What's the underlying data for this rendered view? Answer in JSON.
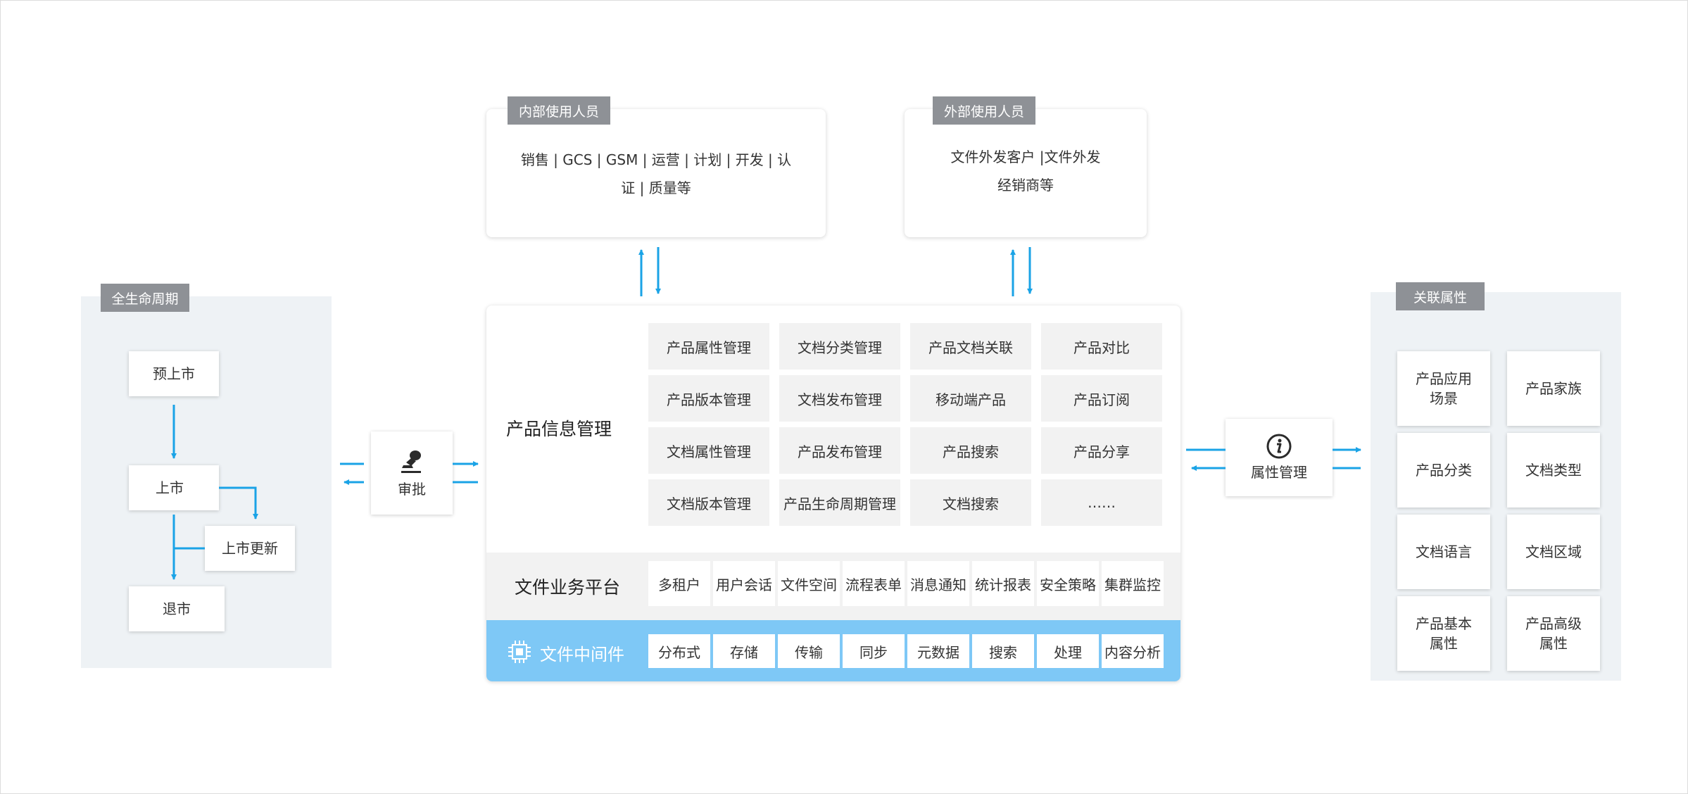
{
  "lifecycle": {
    "tag": "全生命周期",
    "steps": {
      "pre_launch": "预上市",
      "launch": "上市",
      "launch_update": "上市更新",
      "delist": "退市"
    }
  },
  "approval": {
    "label": "审批",
    "icon": "stamp-icon"
  },
  "internal_users": {
    "tag": "内部使用人员",
    "lines": [
      "销售 | GCS | GSM | 运营 | 计划 | 开发 | 认",
      "证 | 质量等"
    ]
  },
  "external_users": {
    "tag": "外部使用人员",
    "lines": [
      "文件外发客户 |文件外发",
      "经销商等"
    ]
  },
  "platform": {
    "product_info": {
      "title": "产品信息管理",
      "cells": [
        "产品属性管理",
        "文档分类管理",
        "产品文档关联",
        "产品对比",
        "产品版本管理",
        "文档发布管理",
        "移动端产品",
        "产品订阅",
        "文档属性管理",
        "产品发布管理",
        "产品搜索",
        "产品分享",
        "文档版本管理",
        "产品生命周期管理",
        "文档搜索",
        "……"
      ]
    },
    "business": {
      "title": "文件业务平台",
      "cells": [
        "多租户",
        "用户会话",
        "文件空间",
        "流程表单",
        "消息通知",
        "统计报表",
        "安全策略",
        "集群监控"
      ]
    },
    "middleware": {
      "title": "文件中间件",
      "icon": "chip-icon",
      "cells": [
        "分布式",
        "存储",
        "传输",
        "同步",
        "元数据",
        "搜索",
        "处理",
        "内容分析"
      ]
    }
  },
  "attr_mgmt": {
    "label": "属性管理",
    "icon": "info-icon"
  },
  "related_attrs": {
    "tag": "关联属性",
    "items": [
      "产品应用\n场景",
      "产品家族",
      "产品分类",
      "文档类型",
      "文档语言",
      "文档区域",
      "产品基本\n属性",
      "产品高级\n属性"
    ]
  },
  "colors": {
    "arrow": "#1aa3e6",
    "middleware_bar": "#7ec8f6",
    "tag_bg": "#8e9196",
    "panel_bg": "#eef2f5",
    "cell_bg": "#f2f2f2"
  }
}
